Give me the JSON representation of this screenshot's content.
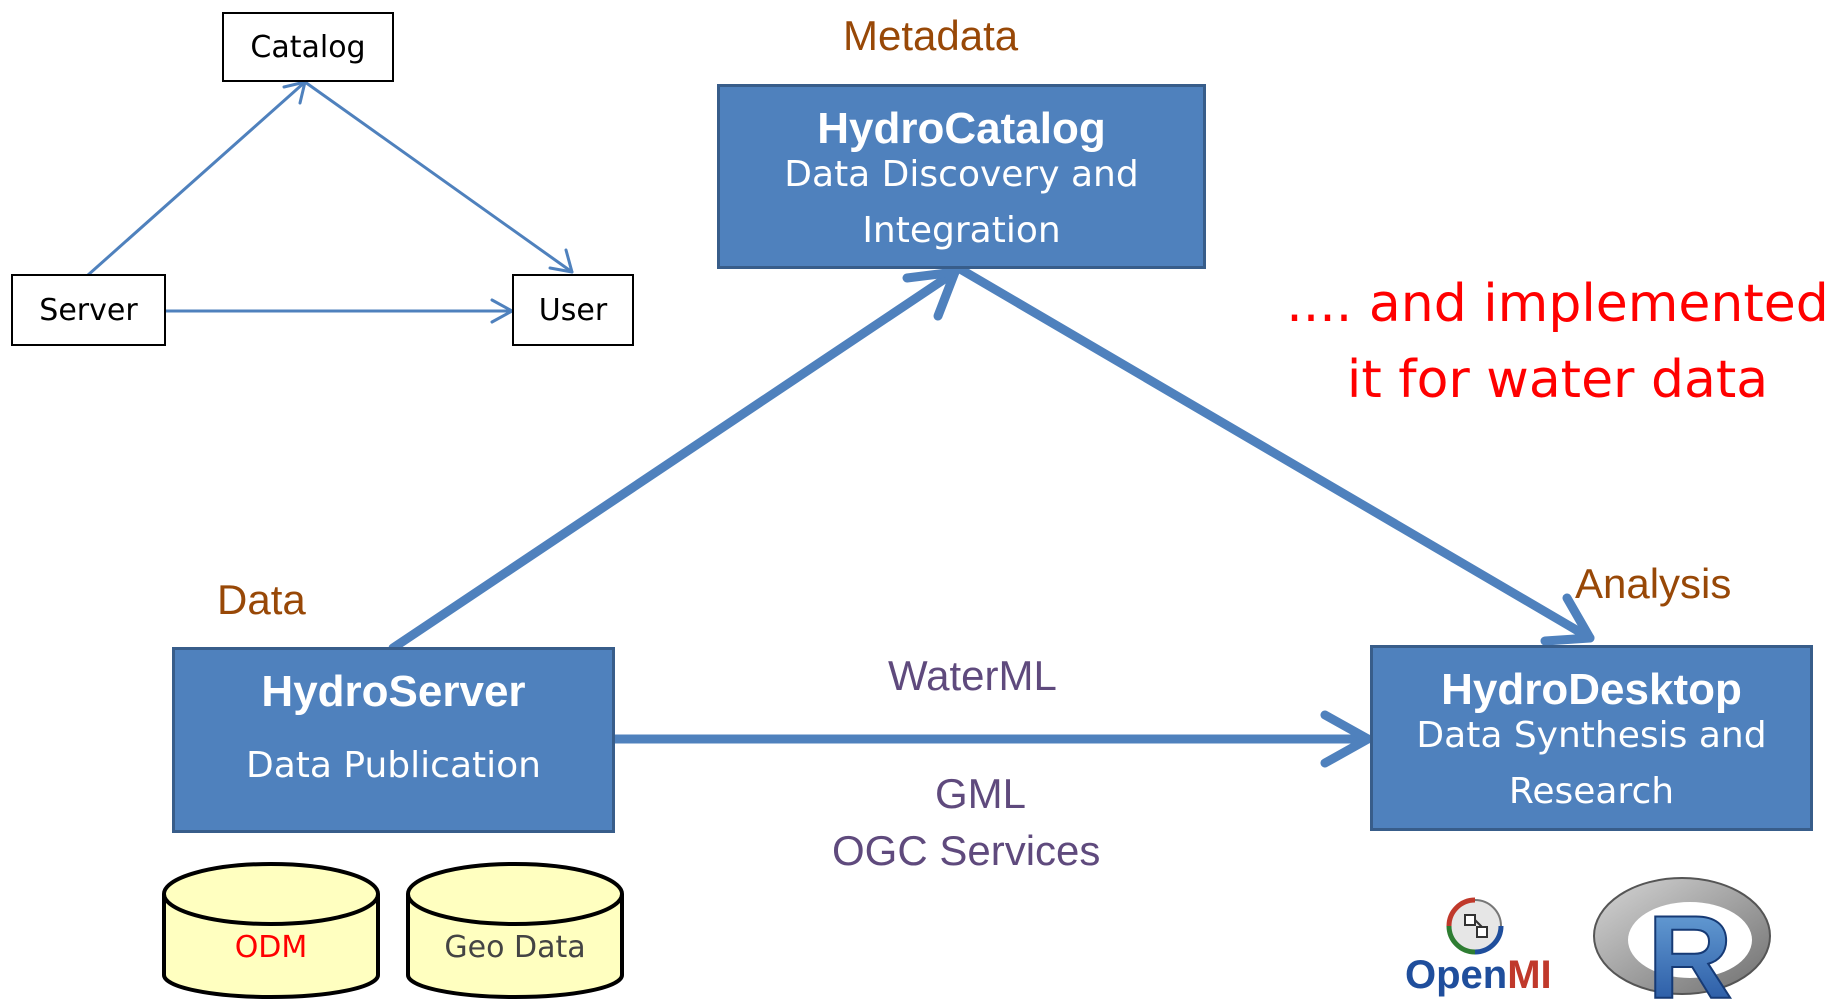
{
  "simple_model": {
    "catalog": "Catalog",
    "server": "Server",
    "user": "User"
  },
  "role_labels": {
    "metadata": "Metadata",
    "data": "Data",
    "analysis": "Analysis"
  },
  "boxes": {
    "hydrocatalog": {
      "title": "HydroCatalog",
      "line1": "Data Discovery and",
      "line2": "Integration"
    },
    "hydroserver": {
      "title": "HydroServer",
      "line1": "Data Publication"
    },
    "hydrodesktop": {
      "title": "HydroDesktop",
      "line1": "Data Synthesis and",
      "line2": "Research"
    }
  },
  "protocols": {
    "waterml": "WaterML",
    "gml": "GML",
    "ogc": "OGC Services"
  },
  "note": {
    "line1": ".... and implemented",
    "line2": "it for water data"
  },
  "databases": {
    "odm": "ODM",
    "geo": "Geo Data"
  },
  "logos": {
    "openmi_open": "Open",
    "openmi_mi": "MI",
    "r": "R"
  },
  "colors": {
    "box_fill": "#4f81bd",
    "box_border": "#385d8a",
    "arrow": "#4f81bd",
    "role_label": "#984807",
    "protocol_label": "#5f4a7d",
    "note": "#ff0000",
    "cylinder_fill": "#ffffc0",
    "odm_text": "#ff0000"
  }
}
